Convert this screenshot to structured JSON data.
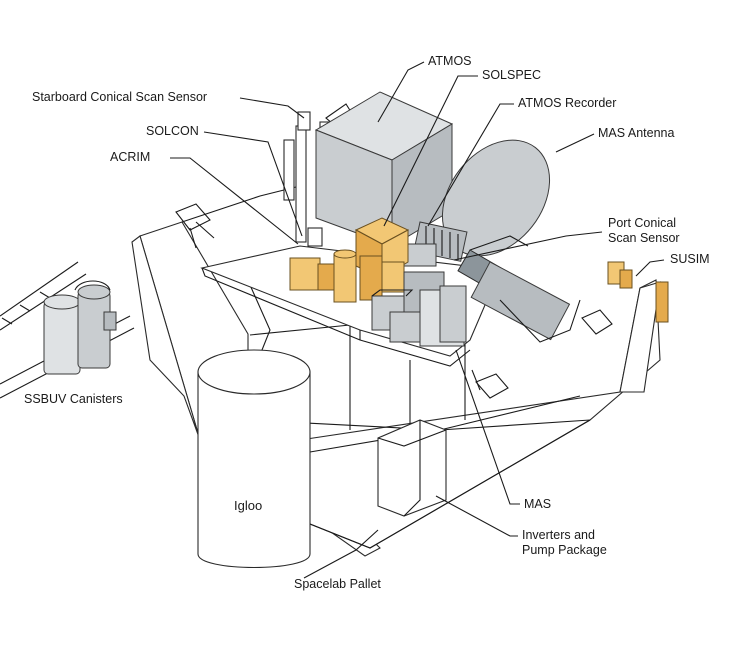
{
  "labels": {
    "starboard_sensor": "Starboard Conical Scan Sensor",
    "atmos": "ATMOS",
    "solspec": "SOLSPEC",
    "atmos_recorder": "ATMOS Recorder",
    "mas_antenna": "MAS Antenna",
    "solcon": "SOLCON",
    "acrim": "ACRIM",
    "port_sensor_line1": "Port Conical",
    "port_sensor_line2": "Scan Sensor",
    "susim": "SUSIM",
    "ssbuv": "SSBUV Canisters",
    "igloo": "Igloo",
    "mas": "MAS",
    "inverters_line1": "Inverters and",
    "inverters_line2": "Pump Package",
    "pallet": "Spacelab Pallet"
  },
  "colors": {
    "instrument_grey": "#c9cdd0",
    "instrument_gold": "#f2c774",
    "outline": "#1b1b1b"
  }
}
